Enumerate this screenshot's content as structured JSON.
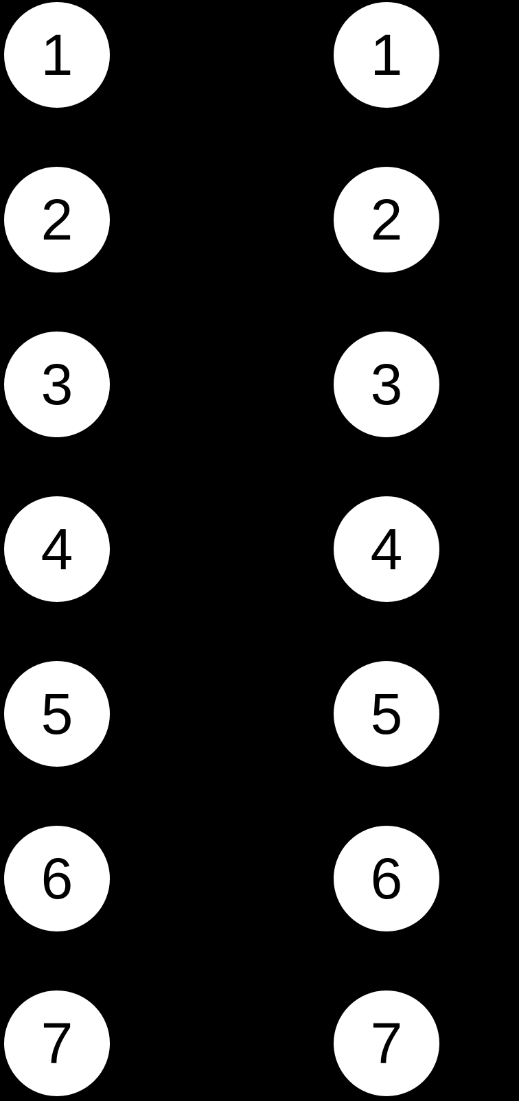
{
  "diagram": {
    "type": "bipartite-node-columns",
    "background_color": "#000000",
    "node_fill_color": "#ffffff",
    "node_label_color": "#000000",
    "edges_visible": false,
    "columns": [
      {
        "side": "left",
        "nodes": [
          "1",
          "2",
          "3",
          "4",
          "5",
          "6",
          "7"
        ]
      },
      {
        "side": "right",
        "nodes": [
          "1",
          "2",
          "3",
          "4",
          "5",
          "6",
          "7"
        ]
      }
    ]
  }
}
